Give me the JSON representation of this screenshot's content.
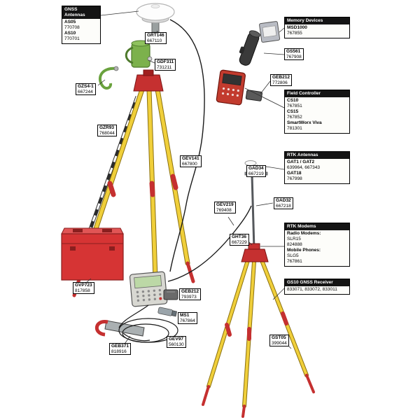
{
  "colors": {
    "tripod_yellow": "#f0cf3a",
    "leica_red": "#c53030",
    "carrier_green": "#7cb14c",
    "cable_black": "#1a1a1a"
  },
  "boxes": {
    "gnss_antennas": {
      "header": "GNSS Antennas",
      "lines": [
        "AS05",
        "770708",
        "AS10",
        "770701"
      ]
    },
    "memory_devices": {
      "header": "Memory Devices",
      "lines": [
        "MSD1000",
        "767855"
      ]
    },
    "field_controller": {
      "header": "Field Controller",
      "lines": [
        "CS10",
        "767851",
        "CS15",
        "767852",
        "SmartWorx Viva",
        "781301"
      ]
    },
    "rtk_antennas": {
      "header": "RTK Antennas",
      "lines": [
        "GAT1 / GAT2",
        "639964, 667343",
        "GAT18",
        "767998"
      ]
    },
    "rtk_modems": {
      "header": "RTK Modems",
      "lines": [
        "Radio Modems:",
        "SLR15",
        "824888",
        "Mobile Phones:",
        "SLG5",
        "767861"
      ]
    },
    "gs10_receiver": {
      "header": "GS10 GNSS Receiver",
      "lines": [
        "833071, 833072, 833011"
      ]
    }
  },
  "labels": {
    "grt146": {
      "name": "GRT146",
      "number": "667110"
    },
    "gdf311": {
      "name": "GDF311",
      "number": "731211"
    },
    "gzs4": {
      "name": "GZS4-1",
      "number": "667244"
    },
    "gzr93": {
      "name": "GZR93",
      "number": "768044"
    },
    "gev141": {
      "name": "GEV141",
      "number": "667800"
    },
    "gev219": {
      "name": "GEV219",
      "number": "769408"
    },
    "gvp723": {
      "name": "GVP723",
      "number": "817858"
    },
    "geb212_cs": {
      "name": "GEB212",
      "number": "793973"
    },
    "ms1": {
      "name": "MS1",
      "number": "767864"
    },
    "gev97": {
      "name": "GEV97",
      "number": "560130"
    },
    "geb371": {
      "name": "GEB371",
      "number": "818916"
    },
    "ght36": {
      "name": "GHT36",
      "number": "667229"
    },
    "gad34": {
      "name": "GAD34",
      "number": "667219"
    },
    "gad32": {
      "name": "GAD32",
      "number": "667218"
    },
    "gst05": {
      "name": "GST05",
      "number": "399044"
    },
    "gs561": {
      "name": "GS561",
      "number": "767908"
    },
    "geb212_right": {
      "name": "GEB212",
      "number": "772806"
    }
  }
}
